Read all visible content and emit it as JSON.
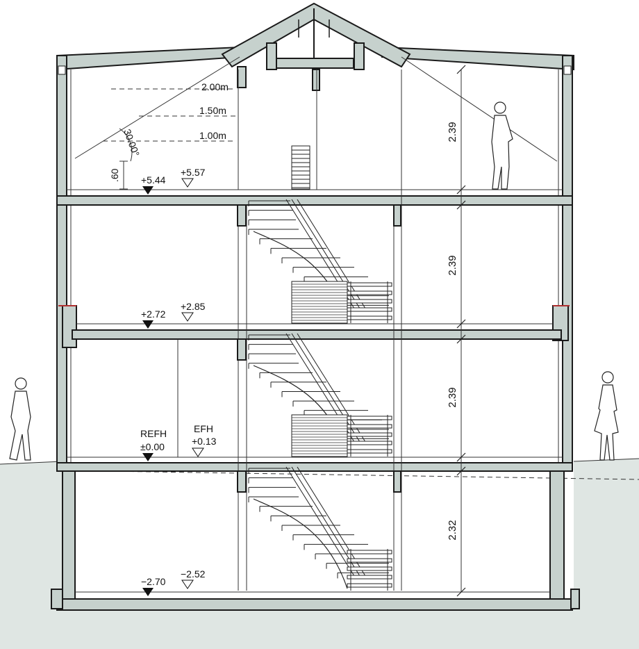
{
  "colors": {
    "wall_fill": "#c6d1cd",
    "ground_fill": "#dfe6e3",
    "line": "#1a1a1a",
    "accent": "#b03030"
  },
  "attic_heights": [
    "2.00m",
    "1.50m",
    "1.00m"
  ],
  "roof_angle": "30.00°",
  "knee_height": ".60",
  "floor_heights": [
    "2.39",
    "2.39",
    "2.39",
    "2.32"
  ],
  "levels": {
    "attic_raw": "+5.44",
    "attic_finished": "+5.57",
    "upper_raw": "+2.72",
    "upper_finished": "+2.85",
    "ground_raw_label": "REFH",
    "ground_raw": "±0.00",
    "ground_finished_label": "EFH",
    "ground_finished": "+0.13",
    "basement_raw": "−2.70",
    "basement_finished": "−2.52"
  }
}
